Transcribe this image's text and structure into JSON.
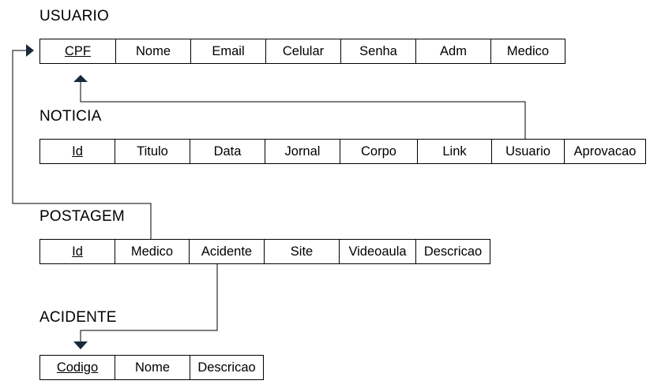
{
  "tables": {
    "usuario": {
      "title": "USUARIO",
      "columns": [
        "CPF",
        "Nome",
        "Email",
        "Celular",
        "Senha",
        "Adm",
        "Medico"
      ]
    },
    "noticia": {
      "title": "NOTICIA",
      "columns": [
        "Id",
        "Titulo",
        "Data",
        "Jornal",
        "Corpo",
        "Link",
        "Usuario",
        "Aprovacao"
      ]
    },
    "postagem": {
      "title": "POSTAGEM",
      "columns": [
        "Id",
        "Medico",
        "Acidente",
        "Site",
        "Videoaula",
        "Descricao"
      ]
    },
    "acidente": {
      "title": "ACIDENTE",
      "columns": [
        "Codigo",
        "Nome",
        "Descricao"
      ]
    }
  },
  "line_color": "#000000",
  "arrow_color": "#1a2a3a"
}
